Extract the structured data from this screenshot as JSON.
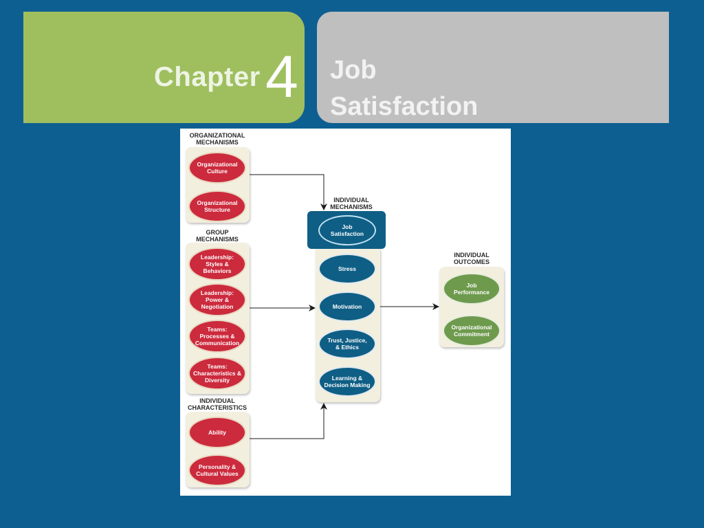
{
  "header": {
    "chapter_word": "Chapter",
    "chapter_number": "4",
    "title_line1": "Job",
    "title_line2": "Satisfaction"
  },
  "colors": {
    "background": "#0e5f91",
    "chapter_banner": "#9fbf5f",
    "title_banner": "#bfbfbf",
    "red_oval": "#cc2a3d",
    "blue_oval": "#0f5e85",
    "green_oval": "#6e9a4d"
  },
  "diagram": {
    "organizational_mechanisms": {
      "label": "ORGANIZATIONAL\nMECHANISMS",
      "items": [
        "Organizational\nCulture",
        "Organizational\nStructure"
      ]
    },
    "group_mechanisms": {
      "label": "GROUP\nMECHANISMS",
      "items": [
        "Leadership:\nStyles &\nBehaviors",
        "Leadership:\nPower &\nNegotiation",
        "Teams:\nProcesses &\nCommunication",
        "Teams:\nCharacteristics &\nDiversity"
      ]
    },
    "individual_characteristics": {
      "label": "INDIVIDUAL\nCHARACTERISTICS",
      "items": [
        "Ability",
        "Personality &\nCultural Values"
      ]
    },
    "individual_mechanisms": {
      "label": "INDIVIDUAL\nMECHANISMS",
      "items": [
        "Job\nSatisfaction",
        "Stress",
        "Motivation",
        "Trust, Justice,\n& Ethics",
        "Learning &\nDecision Making"
      ],
      "highlighted": "Job\nSatisfaction"
    },
    "individual_outcomes": {
      "label": "INDIVIDUAL\nOUTCOMES",
      "items": [
        "Job\nPerformance",
        "Organizational\nCommitment"
      ]
    }
  }
}
